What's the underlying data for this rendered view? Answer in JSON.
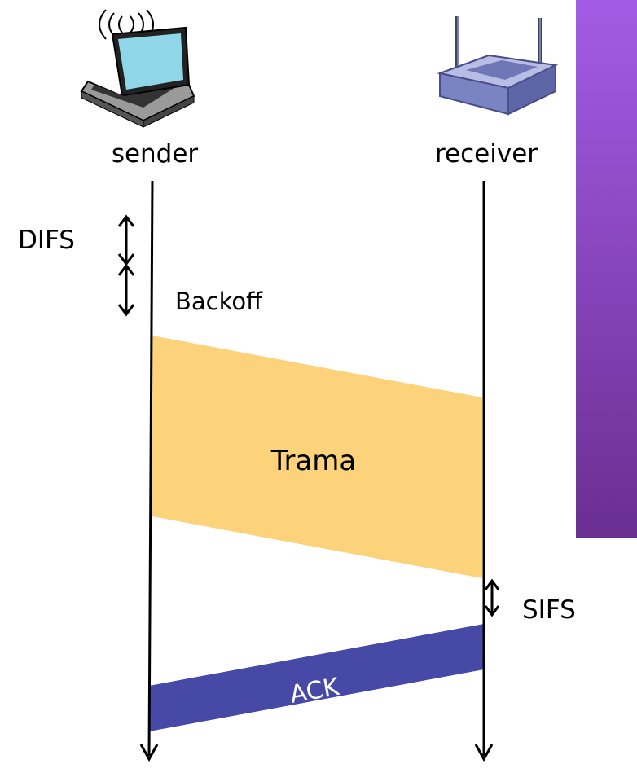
{
  "nodes": {
    "sender": {
      "label": "sender",
      "icon": "laptop-wifi-icon"
    },
    "receiver": {
      "label": "receiver",
      "icon": "wireless-router-icon"
    }
  },
  "intervals": {
    "difs": "DIFS",
    "backoff": "Backoff",
    "sifs": "SIFS"
  },
  "frames": {
    "data": {
      "label": "Trama",
      "color": "#fcd27a"
    },
    "ack": {
      "label": "ACK",
      "color": "#4649a6"
    }
  },
  "colors": {
    "panel_top": "#a45be6",
    "panel_bottom": "#6a2f91",
    "timeline": "#000000"
  }
}
